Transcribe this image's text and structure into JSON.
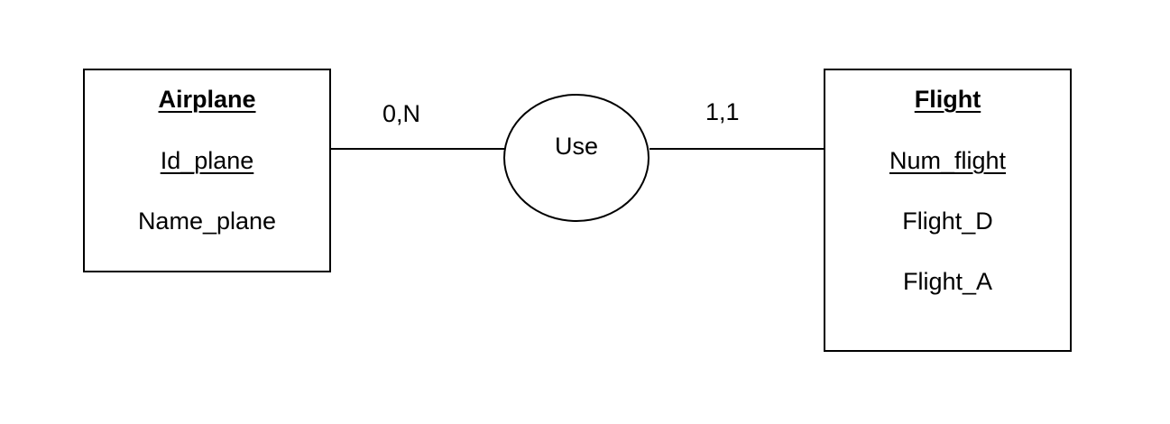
{
  "diagram": {
    "entities": [
      {
        "name": "Airplane",
        "key": "Id_plane",
        "attributes": [
          "Name_plane"
        ]
      },
      {
        "name": "Flight",
        "key": "Num_flight",
        "attributes": [
          "Flight_D",
          "Flight_A"
        ]
      }
    ],
    "relationship": {
      "name": "Use",
      "cardinality_left": "0,N",
      "cardinality_right": "1,1"
    },
    "colors": {
      "stroke": "#000000",
      "background": "#ffffff"
    }
  }
}
